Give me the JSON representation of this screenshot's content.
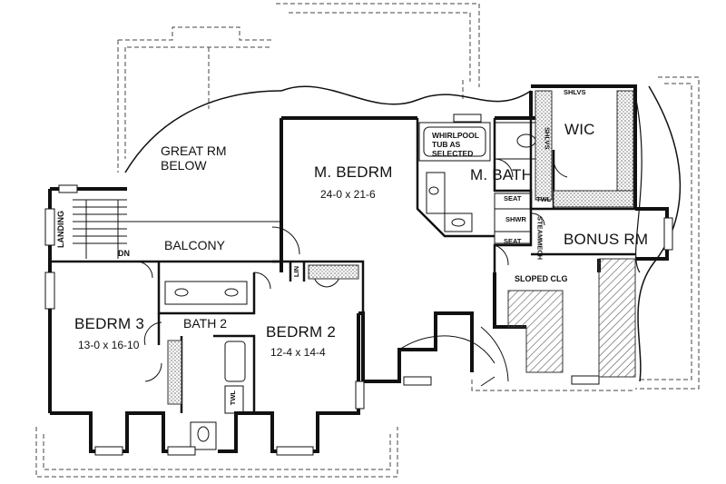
{
  "rooms": {
    "great_rm": {
      "line1": "GREAT RM",
      "line2": "BELOW"
    },
    "balcony": "BALCONY",
    "landing": "LANDING",
    "dn": "DN",
    "m_bedrm": {
      "name": "M. BEDRM",
      "dims": "24-0 x 21-6"
    },
    "whirlpool": {
      "line1": "WHIRLPOOL",
      "line2": "TUB AS",
      "line3": "SELECTED"
    },
    "m_bath": "M. BATH",
    "wic": "WIC",
    "shlvs_top": "SHLVS",
    "shlvs_side": "SHLVS",
    "seat_top": "SEAT",
    "shwr": "SHWR",
    "seat_bottom": "SEAT",
    "twl_master": "TWL",
    "steam_mech": {
      "line1": "STEAM",
      "line2": "MECH"
    },
    "bonus_rm": "BONUS RM",
    "sloped_clg": "SLOPED CLG",
    "lin": "LIN",
    "bedrm3": {
      "name": "BEDRM 3",
      "dims": "13-0 x 16-10"
    },
    "bath2": "BATH 2",
    "bedrm2": {
      "name": "BEDRM 2",
      "dims": "12-4 x 14-4"
    },
    "twl_bath2": "TWL"
  },
  "colors": {
    "wall": "#111111",
    "hatch": "#555555",
    "dashed": "#444444",
    "background": "#ffffff"
  }
}
